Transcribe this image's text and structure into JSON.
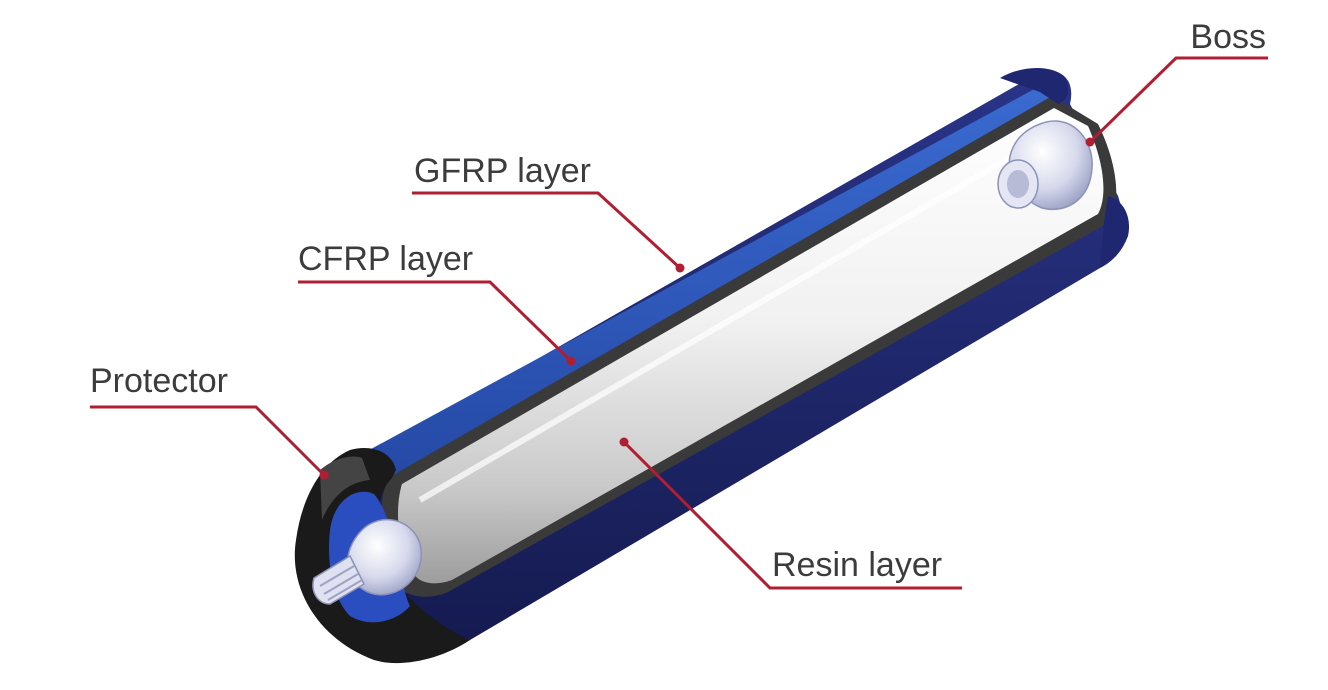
{
  "labels": {
    "boss": "Boss",
    "gfrp": "GFRP layer",
    "cfrp": "CFRP layer",
    "protector": "Protector",
    "resin": "Resin layer"
  },
  "colors": {
    "leader_line": "#b01e32",
    "gfrp_blue": "#2d5cb8",
    "shell_navy": "#1c2364",
    "cfrp_dark": "#3a3a3a",
    "protector_black": "#1a1a1a",
    "resin_light": "#eeeeee",
    "boss_metal": "#cfd2e6"
  }
}
